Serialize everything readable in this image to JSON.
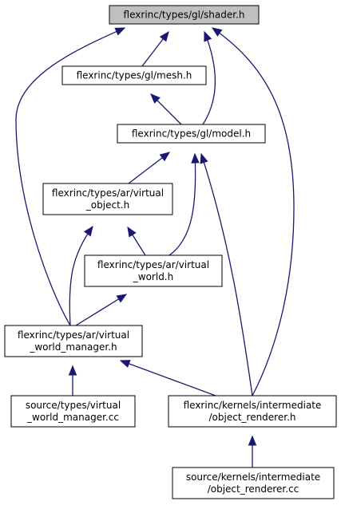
{
  "diagram": {
    "nodes": [
      {
        "id": "shader",
        "lines": [
          "flexrinc/types/gl/shader.h"
        ],
        "highlight": true
      },
      {
        "id": "mesh",
        "lines": [
          "flexrinc/types/gl/mesh.h"
        ]
      },
      {
        "id": "model",
        "lines": [
          "flexrinc/types/gl/model.h"
        ]
      },
      {
        "id": "virtual_object",
        "lines": [
          "flexrinc/types/ar/virtual",
          "_object.h"
        ]
      },
      {
        "id": "virtual_world",
        "lines": [
          "flexrinc/types/ar/virtual",
          "_world.h"
        ]
      },
      {
        "id": "vwm_h",
        "lines": [
          "flexrinc/types/ar/virtual",
          "_world_manager.h"
        ]
      },
      {
        "id": "vwm_cc",
        "lines": [
          "source/types/virtual",
          "_world_manager.cc"
        ]
      },
      {
        "id": "obj_renderer_h",
        "lines": [
          "flexrinc/kernels/intermediate",
          "/object_renderer.h"
        ]
      },
      {
        "id": "obj_renderer_cc",
        "lines": [
          "source/kernels/intermediate",
          "/object_renderer.cc"
        ]
      }
    ],
    "edges": [
      {
        "from": "mesh",
        "to": "shader"
      },
      {
        "from": "model",
        "to": "shader"
      },
      {
        "from": "vwm_h",
        "to": "shader"
      },
      {
        "from": "obj_renderer_h",
        "to": "shader"
      },
      {
        "from": "model",
        "to": "mesh"
      },
      {
        "from": "virtual_object",
        "to": "model"
      },
      {
        "from": "virtual_world",
        "to": "model"
      },
      {
        "from": "obj_renderer_h",
        "to": "model"
      },
      {
        "from": "virtual_world",
        "to": "virtual_object"
      },
      {
        "from": "vwm_h",
        "to": "virtual_object"
      },
      {
        "from": "vwm_h",
        "to": "virtual_world"
      },
      {
        "from": "vwm_cc",
        "to": "vwm_h"
      },
      {
        "from": "obj_renderer_h",
        "to": "vwm_h"
      },
      {
        "from": "obj_renderer_cc",
        "to": "obj_renderer_h"
      }
    ],
    "colors": {
      "edge": "#191970",
      "node_border": "#000000",
      "node_fill": "#ffffff",
      "highlight_fill": "#bfbfbf"
    }
  }
}
